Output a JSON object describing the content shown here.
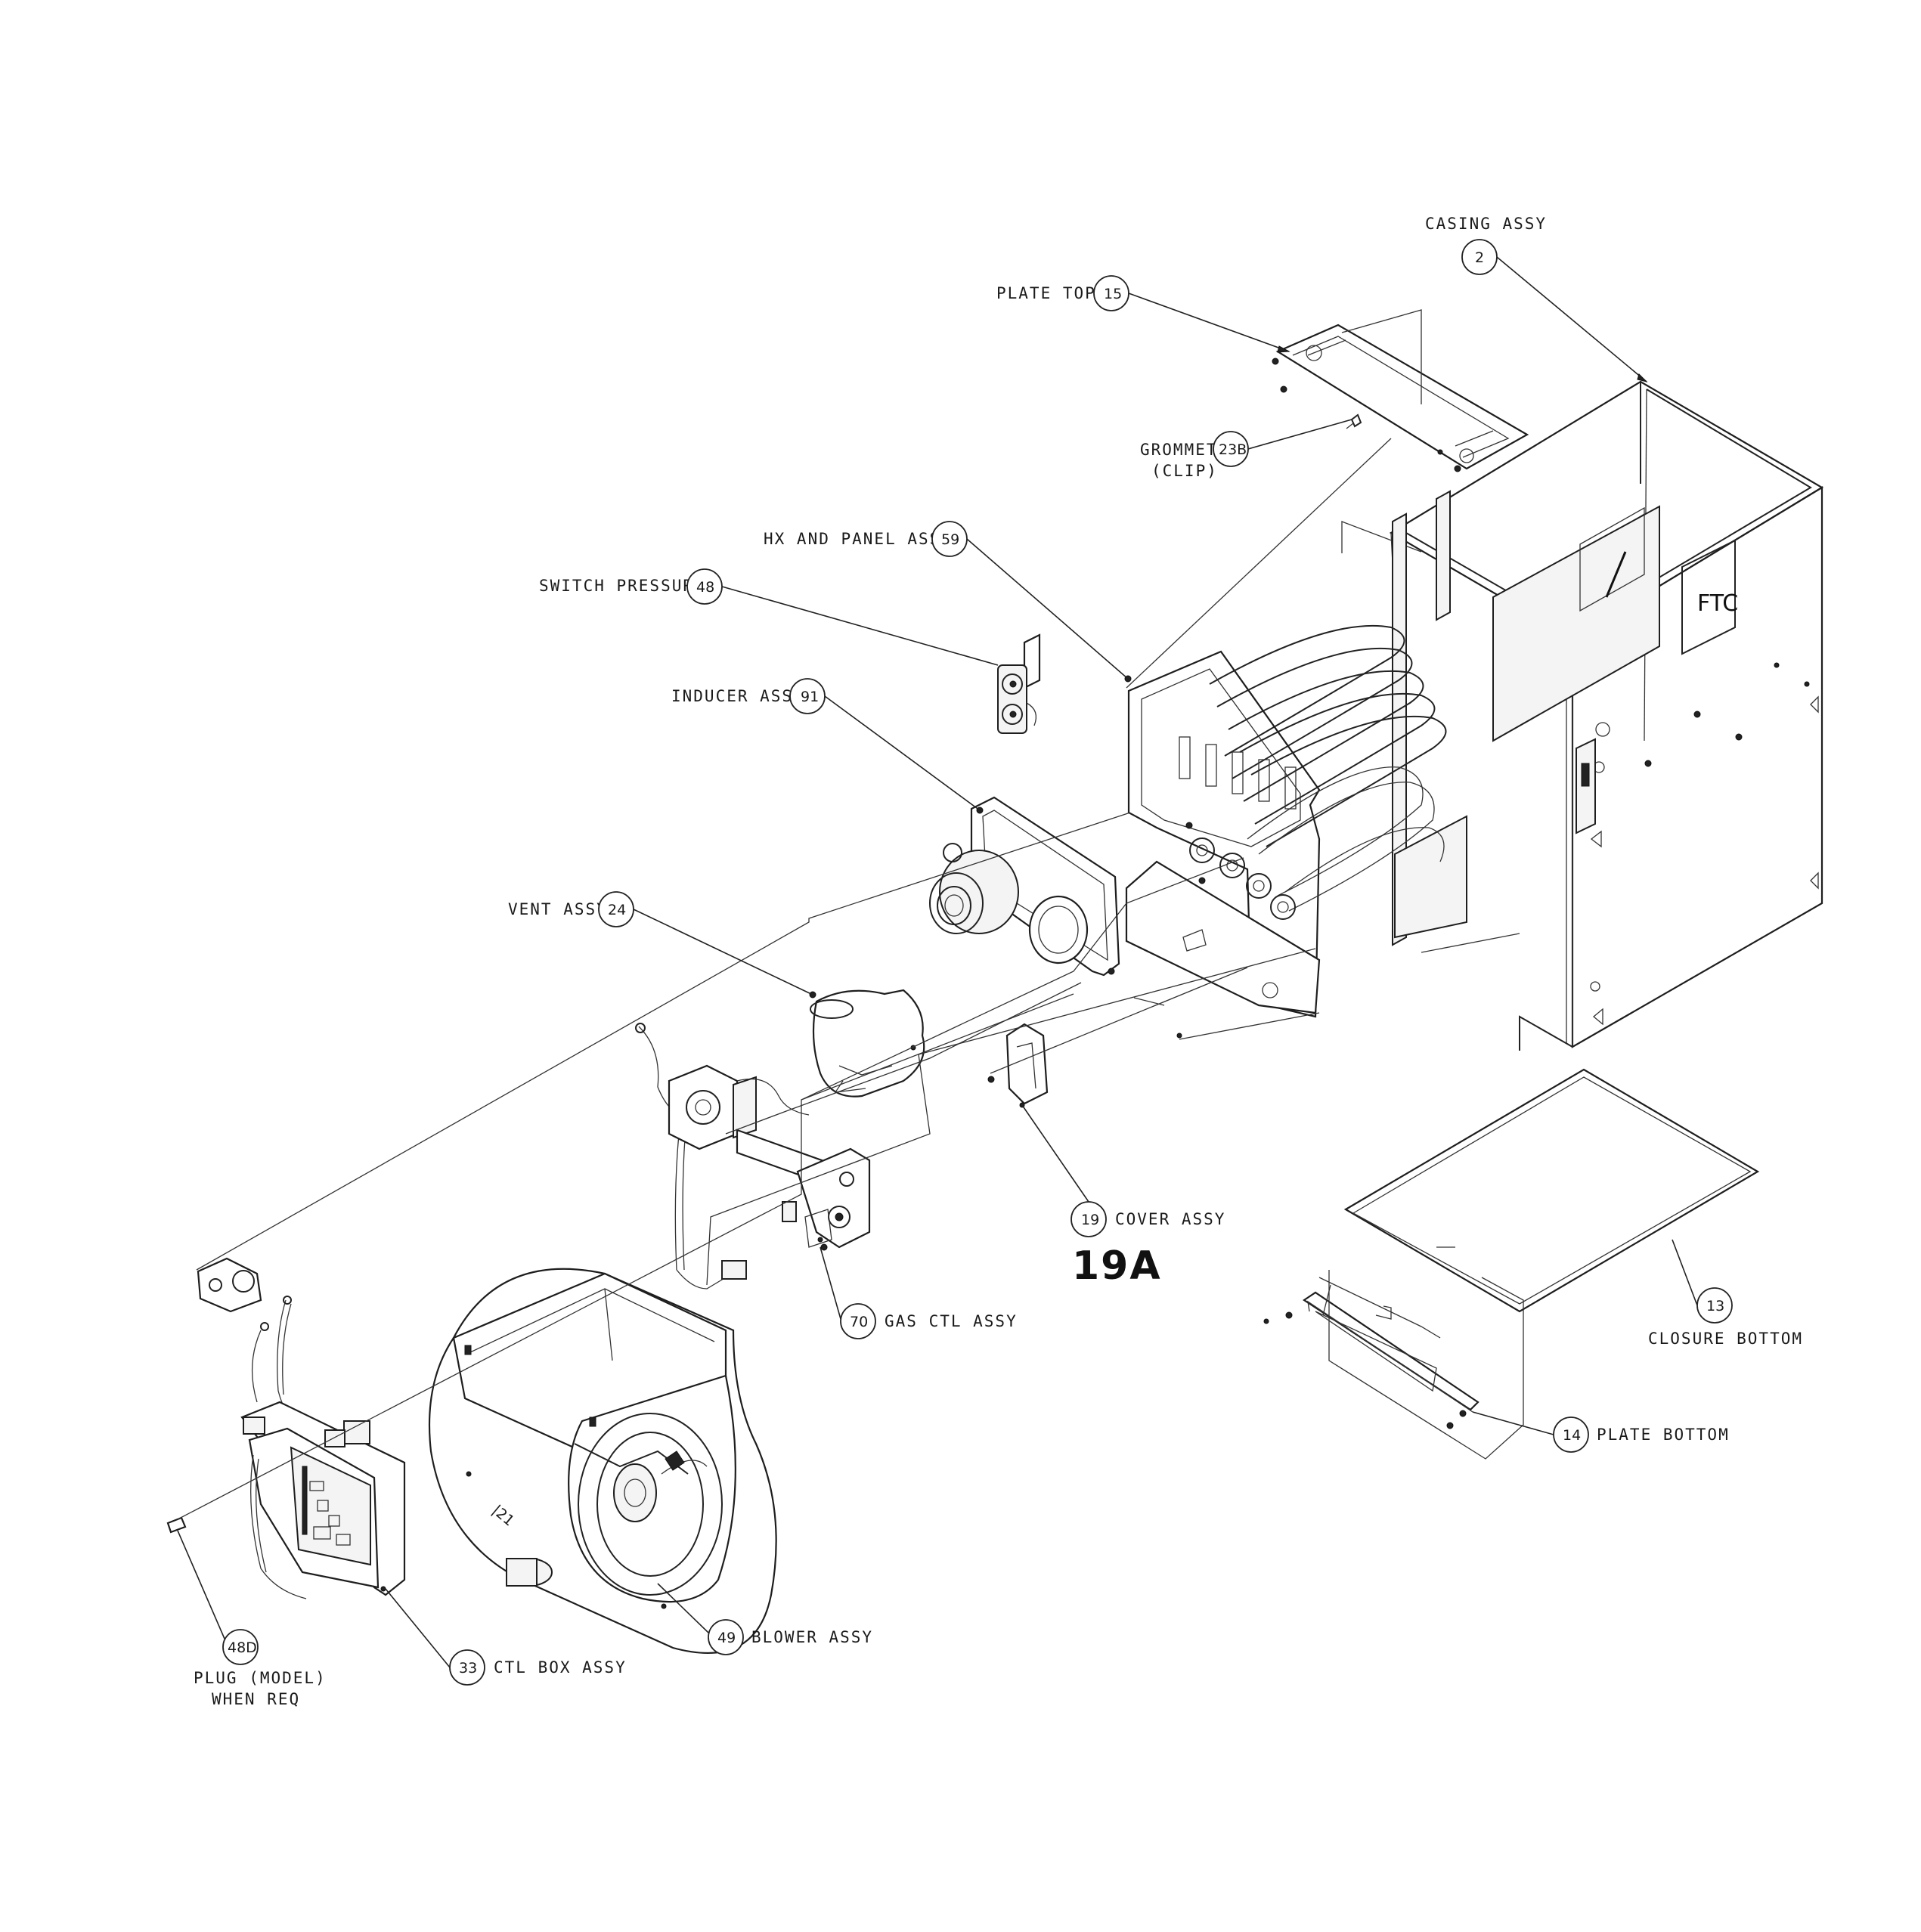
{
  "diagram": {
    "handwritten_note": "19A",
    "logo_text": "FTC",
    "callouts": [
      {
        "id": "casing",
        "number": "2",
        "label": "CASING ASSY"
      },
      {
        "id": "plate-top",
        "number": "15",
        "label": "PLATE TOP"
      },
      {
        "id": "grommet",
        "number": "23B",
        "label": "GROMMET",
        "label2": "(CLIP)"
      },
      {
        "id": "hx-panel",
        "number": "59",
        "label": "HX AND PANEL ASSY"
      },
      {
        "id": "switch-pressure",
        "number": "48",
        "label": "SWITCH PRESSURE"
      },
      {
        "id": "inducer",
        "number": "91",
        "label": "INDUCER ASSY"
      },
      {
        "id": "vent",
        "number": "24",
        "label": "VENT ASSY"
      },
      {
        "id": "cover",
        "number": "19",
        "label": "COVER ASSY"
      },
      {
        "id": "gas-ctl",
        "number": "70",
        "label": "GAS CTL ASSY"
      },
      {
        "id": "closure-bottom",
        "number": "13",
        "label": "CLOSURE BOTTOM"
      },
      {
        "id": "plate-bottom",
        "number": "14",
        "label": "PLATE BOTTOM"
      },
      {
        "id": "blower",
        "number": "49",
        "label": "BLOWER ASSY"
      },
      {
        "id": "ctl-box",
        "number": "33",
        "label": "CTL BOX ASSY"
      },
      {
        "id": "plug",
        "number": "48D",
        "label": "PLUG (MODEL)",
        "label2": "WHEN REQ"
      }
    ]
  }
}
